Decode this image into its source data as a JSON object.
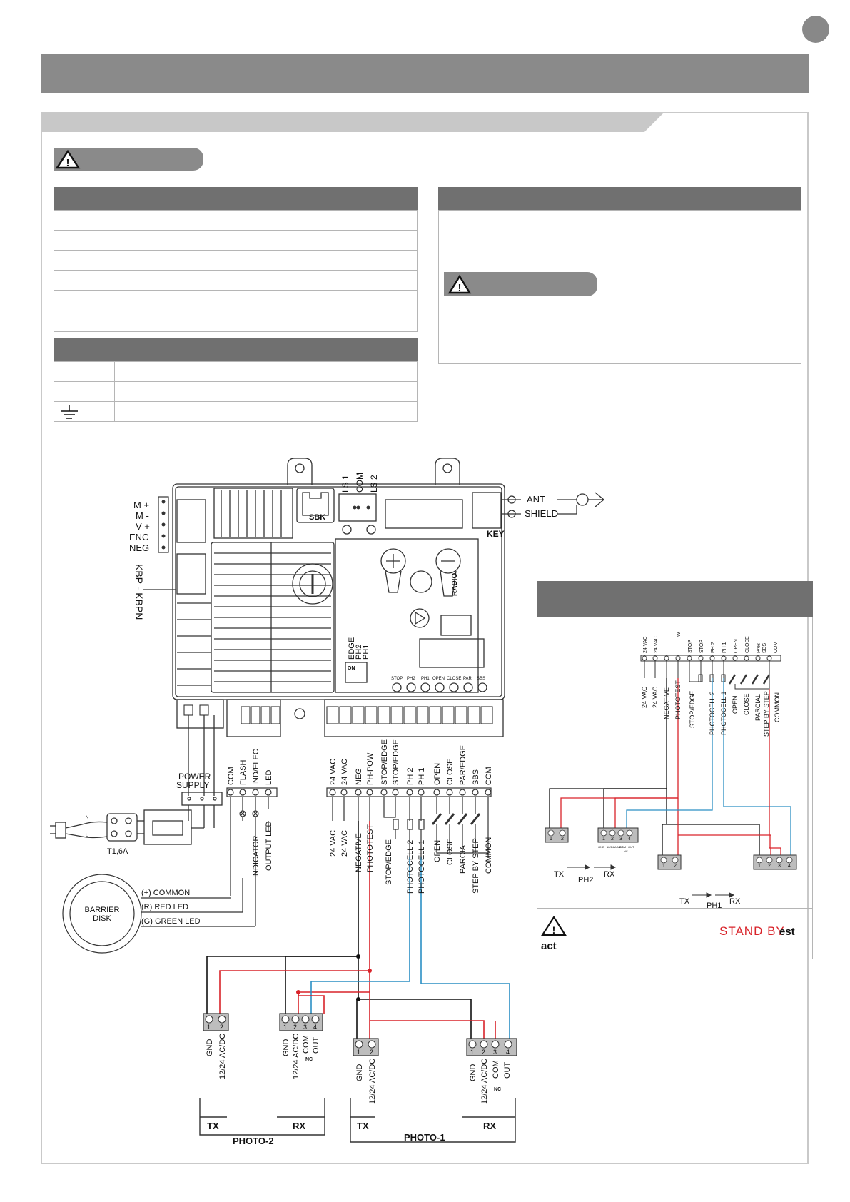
{
  "board": {
    "top_connector": [
      "LS 1",
      "COM",
      "LS 2"
    ],
    "sbk_label": "SBK",
    "key_label": "KEY",
    "radio_label": "RADIO",
    "motor_labels": [
      "M +",
      "M -",
      "V +",
      "ENC",
      "NEG"
    ],
    "kbp_label": "KBP - KBPN",
    "antenna_labels": [
      "ANT",
      "SHIELD"
    ],
    "dip_labels": [
      "EDGE",
      "PH2",
      "PH1"
    ],
    "dip_on": "ON",
    "led_labels": [
      "STOP",
      "PH2",
      "PH1",
      "OPEN",
      "CLOSE",
      "PAR",
      "SBS"
    ],
    "terminal_labels": [
      "24 VAC",
      "24 VAC",
      "NEG",
      "PH-POW",
      "STOP/EDGE",
      "STOP/EDGE",
      "PH 2",
      "PH 1",
      "OPEN",
      "CLOSE",
      "PAR/EDGE",
      "SBS",
      "COM"
    ],
    "power_supply": "POWER\nSUPPLY",
    "output_terminals": [
      "COM",
      "FLASH",
      "IND/ELEC",
      "LED"
    ],
    "fuse": "T1,6A",
    "plug_labels": [
      "N",
      "L"
    ],
    "indicator_labels": [
      "INDICATOR",
      "OUTPUT LED"
    ],
    "barrier_disk": [
      "BARRIER",
      "DISK"
    ],
    "disk_wires": [
      "(+) COMMON",
      "(R) RED LED",
      "(G) GREEN LED"
    ],
    "wiring_labels": [
      "24 VAC",
      "24 VAC",
      "NEGATIVE",
      "PHOTOTEST",
      "STOP/EDGE",
      "PHOTOCELL 2",
      "PHOTOCELL 1",
      "OPEN",
      "CLOSE",
      "PARCIAL",
      "STEP BY STEP",
      "COMMON"
    ]
  },
  "photo": {
    "tx_terms": [
      "GND",
      "12/24 AC/DC"
    ],
    "rx_terms": [
      "GND",
      "12/24 AC/DC",
      "COM",
      "OUT"
    ],
    "nc": "NC",
    "tx": "TX",
    "rx": "RX",
    "photo2": "PHOTO-2",
    "photo1": "PHOTO-1"
  },
  "side": {
    "top_labels": [
      "24 VAC",
      "24 VAC",
      "W",
      "STOP",
      "STOP",
      "PH 2",
      "PH 1",
      "OPEN",
      "CLOSE",
      "PAR",
      "SBS",
      "COM"
    ],
    "wire_labels": [
      "24 VAC",
      "24 VAC",
      "NEGATIVE",
      "PHOTOTEST",
      "STOP/EDGE",
      "PHOTOCELL 2",
      "PHOTOCELL 1",
      "OPEN",
      "CLOSE",
      "PARCIAL",
      "STEP BY STEP",
      "COMMON"
    ],
    "tx": "TX",
    "rx": "RX",
    "ph2": "PH2",
    "ph1": "PH1",
    "mini_terms": [
      "GND",
      "12/24 AC/DC",
      "COM",
      "OUT"
    ],
    "nc": "NC",
    "stand_by": "STAND BY",
    "note_end": "est",
    "note_act": "act"
  },
  "colors": {
    "red": "#d9232a",
    "blue": "#2b8fc4",
    "black": "#111111",
    "green": "#3a9b5a",
    "gray": "#8a8a8a"
  }
}
